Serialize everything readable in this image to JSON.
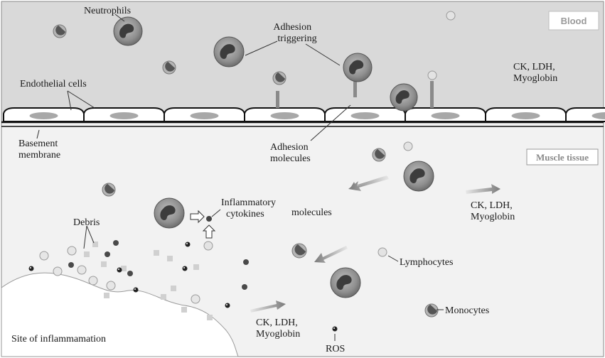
{
  "labels": {
    "neutrophils": "Neutrophils",
    "adhesion_triggering": [
      "Adhesion",
      "triggering"
    ],
    "endothelial_cells": "Endothelial cells",
    "basement_membrane": [
      "Basement",
      "membrane"
    ],
    "adhesion_molecules": [
      "Adhesion",
      "molecules"
    ],
    "markers_blood": [
      "CK, LDH,",
      "Myoglobin"
    ],
    "markers_tissue_right": [
      "CK, LDH,",
      "Myoglobin"
    ],
    "markers_tissue_bottom": [
      "CK, LDH,",
      "Myoglobin"
    ],
    "inflammatory_cytokines": [
      "Inflammatory",
      "cytokines"
    ],
    "molecules": "molecules",
    "debris": "Debris",
    "lymphocytes": "Lymphocytes",
    "monocytes": "Monocytes",
    "ros": "ROS",
    "site_of_inflammation": "Site of inflammamation"
  },
  "tags": {
    "blood": "Blood",
    "muscle_tissue": "Muscle tissue"
  },
  "colors": {
    "blood_bg": "#d9d9d9",
    "tissue_bg": "#f2f2f2",
    "cell_outline": "#111111",
    "endothelial_nucleus": "#a8a8a8",
    "neutrophil_body": "#8a8a8a",
    "neutrophil_nucleus": "#3c3c3c",
    "arrow": "#8c8c8c"
  }
}
